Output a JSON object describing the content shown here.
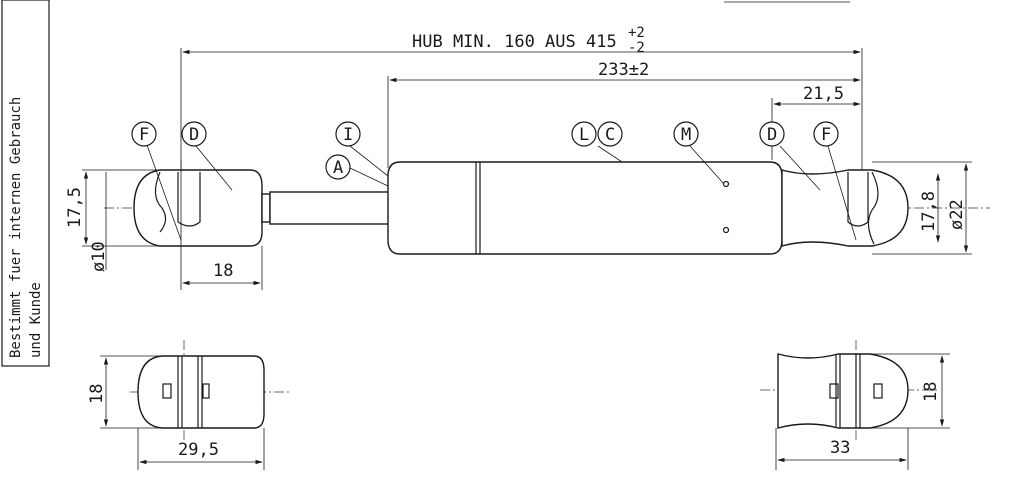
{
  "side_note": {
    "line1": "Bestimmt fuer internen Gebrauch",
    "line2": "und Kunde"
  },
  "dimensions": {
    "stroke": "HUB MIN. 160 AUS 415",
    "stroke_tol_plus": "+2",
    "stroke_tol_minus": "-2",
    "length": "233±2",
    "end_offset": "21,5",
    "left_height": "17,5",
    "left_diameter": "ø10",
    "left_width": "18",
    "right_height": "17,8",
    "right_diameter": "ø22",
    "bottom_left_height": "18",
    "bottom_left_width": "29,5",
    "bottom_right_height": "18",
    "bottom_right_width": "33"
  },
  "labels": {
    "f_left": "F",
    "d_left": "D",
    "i": "I",
    "a": "A",
    "l": "L",
    "c": "C",
    "m": "M",
    "d_right": "D",
    "f_right": "F"
  }
}
